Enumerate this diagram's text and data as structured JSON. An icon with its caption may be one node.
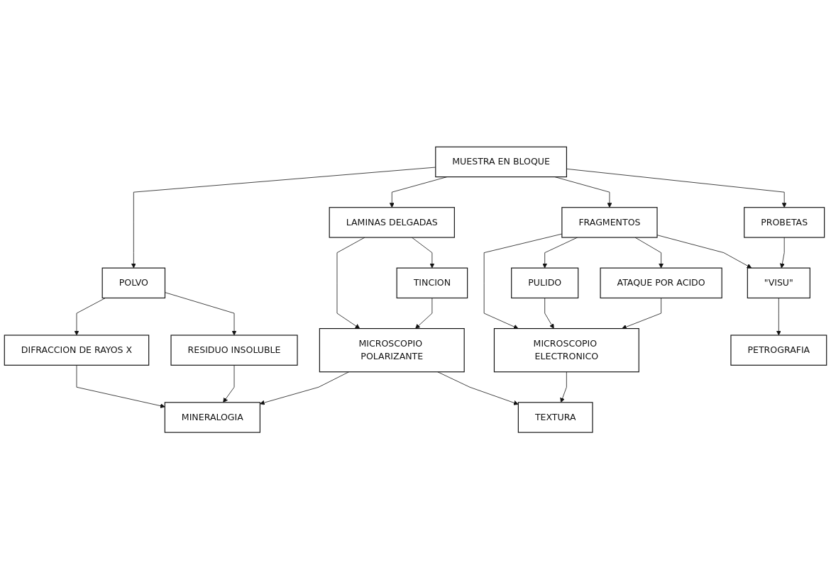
{
  "diagram": {
    "nodes": [
      {
        "text": [
          "MUESTRA EN BLOQUE"
        ]
      },
      {
        "text": [
          "POLVO"
        ]
      },
      {
        "text": [
          "LAMINAS DELGADAS"
        ]
      },
      {
        "text": [
          "FRAGMENTOS"
        ]
      },
      {
        "text": [
          "PROBETAS"
        ]
      },
      {
        "text": [
          "RESIDUO INSOLUBLE"
        ]
      },
      {
        "text": [
          "TINCION"
        ]
      },
      {
        "text": [
          "PULIDO"
        ]
      },
      {
        "text": [
          "ATAQUE POR ACIDO"
        ]
      },
      {
        "text": [
          "DIFRACCION DE RAYOS X"
        ]
      },
      {
        "text": [
          "MICROSCOPIO POLARIZANTE"
        ]
      },
      {
        "text": [
          "MICROSCOPIO ELECTRONICO"
        ]
      },
      {
        "text": [
          "\"VISU\""
        ]
      },
      {
        "text": [
          "MINERALOGIA"
        ]
      },
      {
        "text": [
          "TEXTURA"
        ]
      },
      {
        "text": [
          "PETROGRAFIA"
        ]
      }
    ],
    "edges": [
      {
        "from": 0,
        "to": 1,
        "arrow": "to"
      },
      {
        "from": 0,
        "to": 2,
        "arrow": "to"
      },
      {
        "from": 0,
        "to": 3,
        "arrow": "to"
      },
      {
        "from": 0,
        "to": 4,
        "arrow": "to"
      },
      {
        "from": 1,
        "to": 9,
        "arrow": "to"
      },
      {
        "from": 1,
        "to": 5,
        "arrow": "to"
      },
      {
        "from": 2,
        "to": 10,
        "arrow": "to"
      },
      {
        "from": 2,
        "to": 6,
        "arrow": "to"
      },
      {
        "from": 3,
        "to": 7,
        "arrow": "to"
      },
      {
        "from": 3,
        "to": 11,
        "arrow": "to"
      },
      {
        "from": 3,
        "to": 8,
        "arrow": "to"
      },
      {
        "from": 3,
        "to": 12,
        "arrow": "to"
      },
      {
        "from": 4,
        "to": 12,
        "arrow": "to"
      },
      {
        "from": 6,
        "to": 10,
        "arrow": "to"
      },
      {
        "from": 7,
        "to": 11,
        "arrow": "to"
      },
      {
        "from": 8,
        "to": 11,
        "arrow": "to"
      },
      {
        "from": 9,
        "to": 13,
        "arrow": "to"
      },
      {
        "from": 5,
        "to": 13,
        "arrow": "to"
      },
      {
        "from": 10,
        "to": 13,
        "arrow": "to"
      },
      {
        "from": 10,
        "to": 14,
        "arrow": "to"
      },
      {
        "from": 11,
        "to": 14,
        "arrow": "to"
      },
      {
        "from": 12,
        "to": 15,
        "arrow": "to"
      }
    ]
  }
}
